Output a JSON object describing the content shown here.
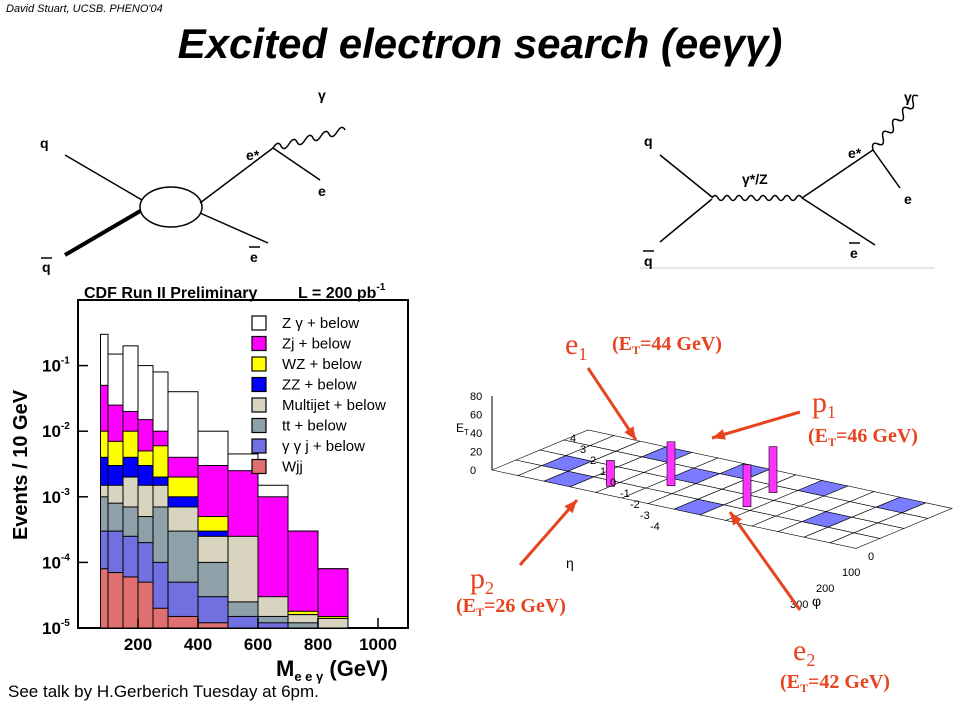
{
  "header": {
    "credit": "David Stuart, UCSB.  PHENO'04",
    "title": "Excited electron search (eeγγ)"
  },
  "footer": {
    "note": "See talk by H.Gerberich Tuesday at 6pm."
  },
  "diagram_left": {
    "labels": {
      "q": "q",
      "qbar": "q",
      "estar": "e*",
      "gamma": "γ",
      "e": "e",
      "ebar": "e"
    }
  },
  "diagram_right": {
    "labels": {
      "q": "q",
      "qbar": "q",
      "propagator": "γ*/Z",
      "estar": "e*",
      "gamma": "γ",
      "e": "e",
      "ebar": "e"
    }
  },
  "chart_data": [
    {
      "type": "bar",
      "subtype": "stacked-histogram",
      "title": "CDF Run II Preliminary",
      "luminosity": "L = 200 pb",
      "luminosity_exp": "-1",
      "xlabel": "M",
      "xlabel_sub": "e e γ",
      "xlabel_unit": " (GeV)",
      "ylabel": "Events / 10 GeV",
      "xlim": [
        0,
        1100
      ],
      "ylim_log10": [
        -5,
        0
      ],
      "y_scale": "log",
      "x_ticks": [
        "200",
        "400",
        "600",
        "800",
        "1000"
      ],
      "x_tick_values": [
        200,
        400,
        600,
        800,
        1000
      ],
      "y_tick_exponents": [
        -1,
        -2,
        -3,
        -4,
        -5
      ],
      "y_tick_base": "10",
      "legend_position": "top-right",
      "bin_edges": [
        50,
        75,
        100,
        150,
        200,
        250,
        300,
        400,
        500,
        600,
        700,
        800,
        900,
        1000
      ],
      "series": [
        {
          "name": "Z γ + below",
          "color": "#ffffff",
          "values": [
            1e-05,
            0.3,
            0.15,
            0.2,
            0.1,
            0.08,
            0.04,
            0.01,
            0.0045,
            0.0015,
            0.0003,
            8e-05,
            1e-05
          ]
        },
        {
          "name": "Zj + below",
          "color": "#ff00ff",
          "values": [
            1e-05,
            0.05,
            0.025,
            0.02,
            0.015,
            0.01,
            0.004,
            0.003,
            0.0025,
            0.001,
            0.0003,
            8e-05,
            1e-05
          ]
        },
        {
          "name": "WZ + below",
          "color": "#ffff00",
          "values": [
            1e-05,
            0.01,
            0.007,
            0.01,
            0.005,
            0.006,
            0.002,
            0.0005,
            5e-05,
            2e-05,
            1.8e-05,
            1.5e-05,
            1e-05
          ]
        },
        {
          "name": "ZZ + below",
          "color": "#0000ff",
          "values": [
            1e-05,
            0.004,
            0.003,
            0.004,
            0.003,
            0.002,
            0.001,
            0.0003,
            3e-05,
            1.8e-05,
            1.6e-05,
            1.4e-05,
            1e-05
          ]
        },
        {
          "name": "Multijet + below",
          "color": "#d8d4bf",
          "values": [
            1e-05,
            0.0015,
            0.0015,
            0.002,
            0.0015,
            0.0015,
            0.0007,
            0.00025,
            0.00025,
            3e-05,
            1.6e-05,
            1.4e-05,
            1e-05
          ]
        },
        {
          "name": "tt + below",
          "color": "#8ea0a8",
          "values": [
            1e-05,
            0.001,
            0.0008,
            0.0007,
            0.0005,
            0.0007,
            0.0003,
            0.0001,
            2.5e-05,
            1.5e-05,
            1.2e-05,
            1e-05,
            1e-05
          ]
        },
        {
          "name": "γ γ j + below",
          "color": "#7070e0",
          "values": [
            1e-05,
            0.0003,
            0.0003,
            0.00025,
            0.0002,
            0.0001,
            5e-05,
            3e-05,
            1.5e-05,
            1.2e-05,
            1e-05,
            1e-05,
            1e-05
          ]
        },
        {
          "name": "Wjj",
          "color": "#e07070",
          "values": [
            1e-05,
            8e-05,
            7e-05,
            6e-05,
            5e-05,
            2e-05,
            1.5e-05,
            1.2e-05,
            1e-05,
            1e-05,
            1e-05,
            1e-05,
            1e-05
          ]
        }
      ]
    },
    {
      "type": "bar",
      "subtype": "3d-lego",
      "zlabel": "E",
      "zlabel_sub": "T",
      "z_ticks": [
        "0",
        "20",
        "40",
        "60",
        "80"
      ],
      "eta_label": "η",
      "eta_ticks": [
        "4",
        "3",
        "2",
        "1",
        "0",
        "-1",
        "-2",
        "-3",
        "-4"
      ],
      "phi_label": "φ",
      "phi_ticks": [
        "0",
        "100",
        "200",
        "300"
      ],
      "annotations": [
        {
          "label": "e",
          "sub": "1",
          "detail": "(E",
          "detail_sub": "T",
          "detail_end": "=44 GeV)"
        },
        {
          "label": "p",
          "sub": "1",
          "detail": "(E",
          "detail_sub": "T",
          "detail_end": "=46 GeV)"
        },
        {
          "label": "p",
          "sub": "2",
          "detail": "(E",
          "detail_sub": "T",
          "detail_end": "=26 GeV)"
        },
        {
          "label": "e",
          "sub": "2",
          "detail": "(E",
          "detail_sub": "T",
          "detail_end": "=42 GeV)"
        }
      ],
      "colors": {
        "annotation": "#e8431f",
        "tower": "#ff33ff",
        "low_cell": "#7b7bff",
        "grid": "#000000"
      }
    }
  ]
}
